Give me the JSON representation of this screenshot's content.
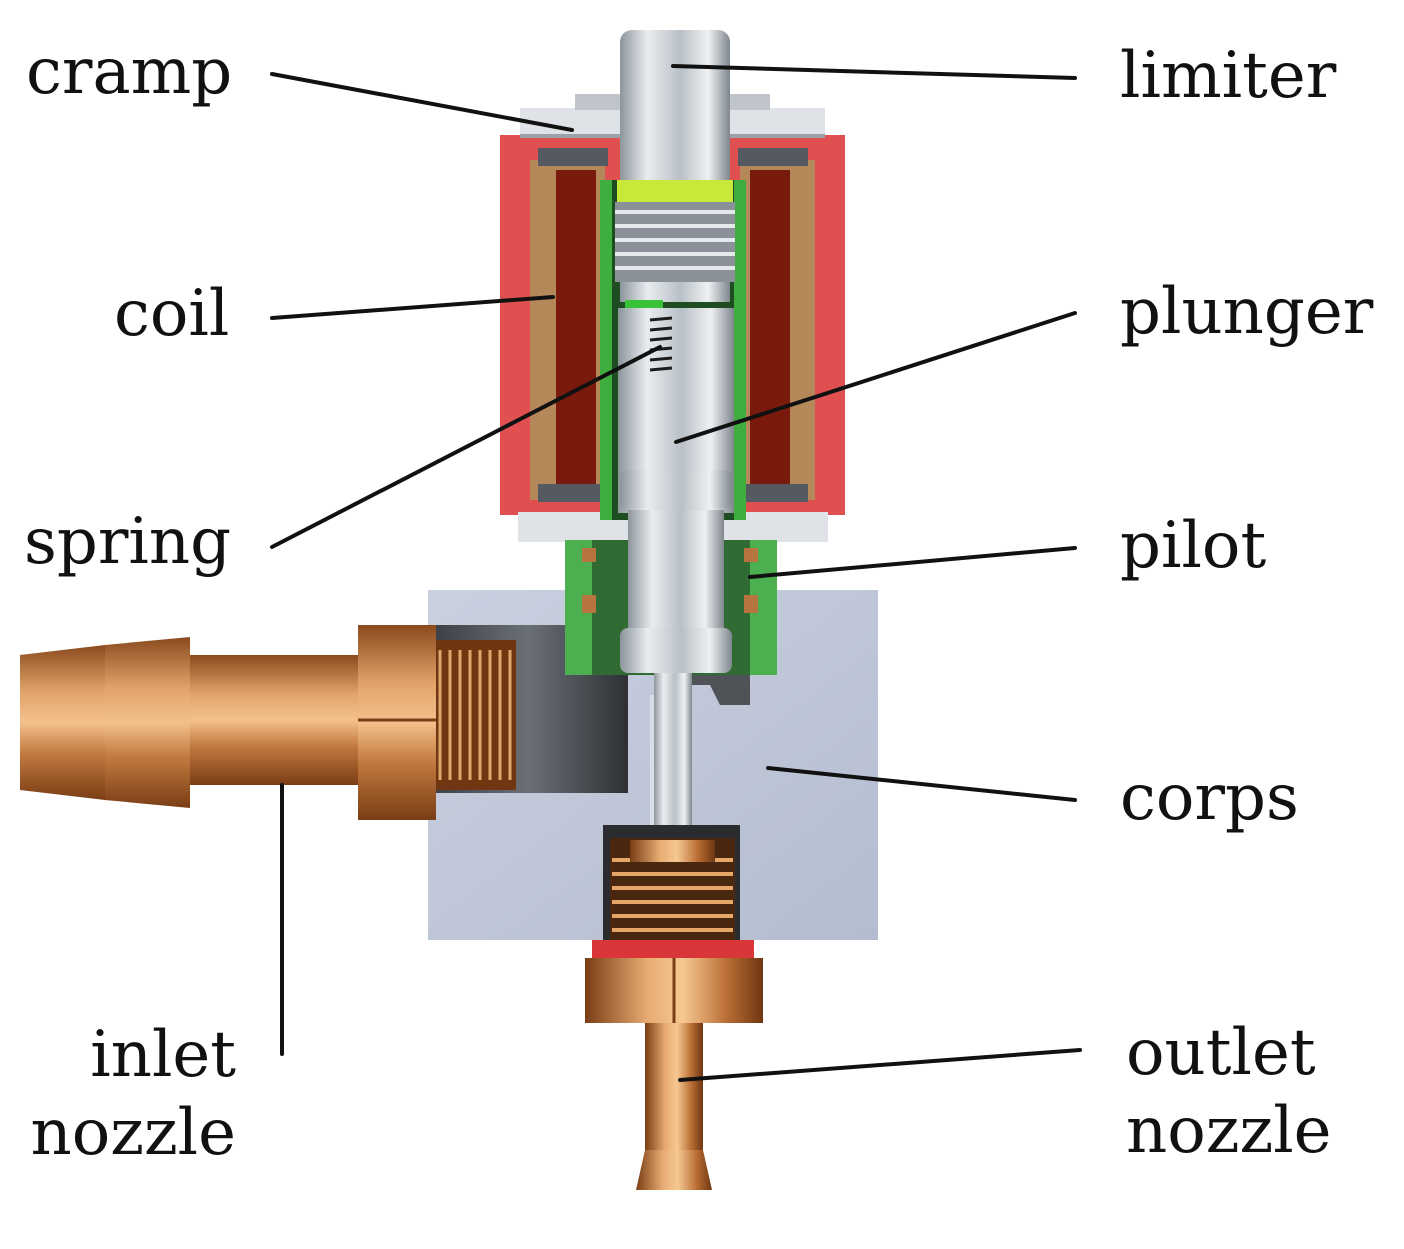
{
  "labels": {
    "cramp": "cramp",
    "coil": "coil",
    "spring": "spring",
    "inlet_line1": "inlet",
    "inlet_line2": "nozzle",
    "limiter": "limiter",
    "plunger": "plunger",
    "pilot": "pilot",
    "corps": "corps",
    "outlet_line1": "outlet",
    "outlet_line2": "nozzle"
  },
  "colors": {
    "coil_housing": "#e05050",
    "coil_winding": "#b5885a",
    "coil_core": "#7a1a0c",
    "sleeve_green": "#3fae3f",
    "pilot_green": "#4caf50",
    "steel": "#c3c9cf",
    "body_block": "#c2cadb",
    "brass": "#b8743e",
    "leader_line": "#111111"
  }
}
